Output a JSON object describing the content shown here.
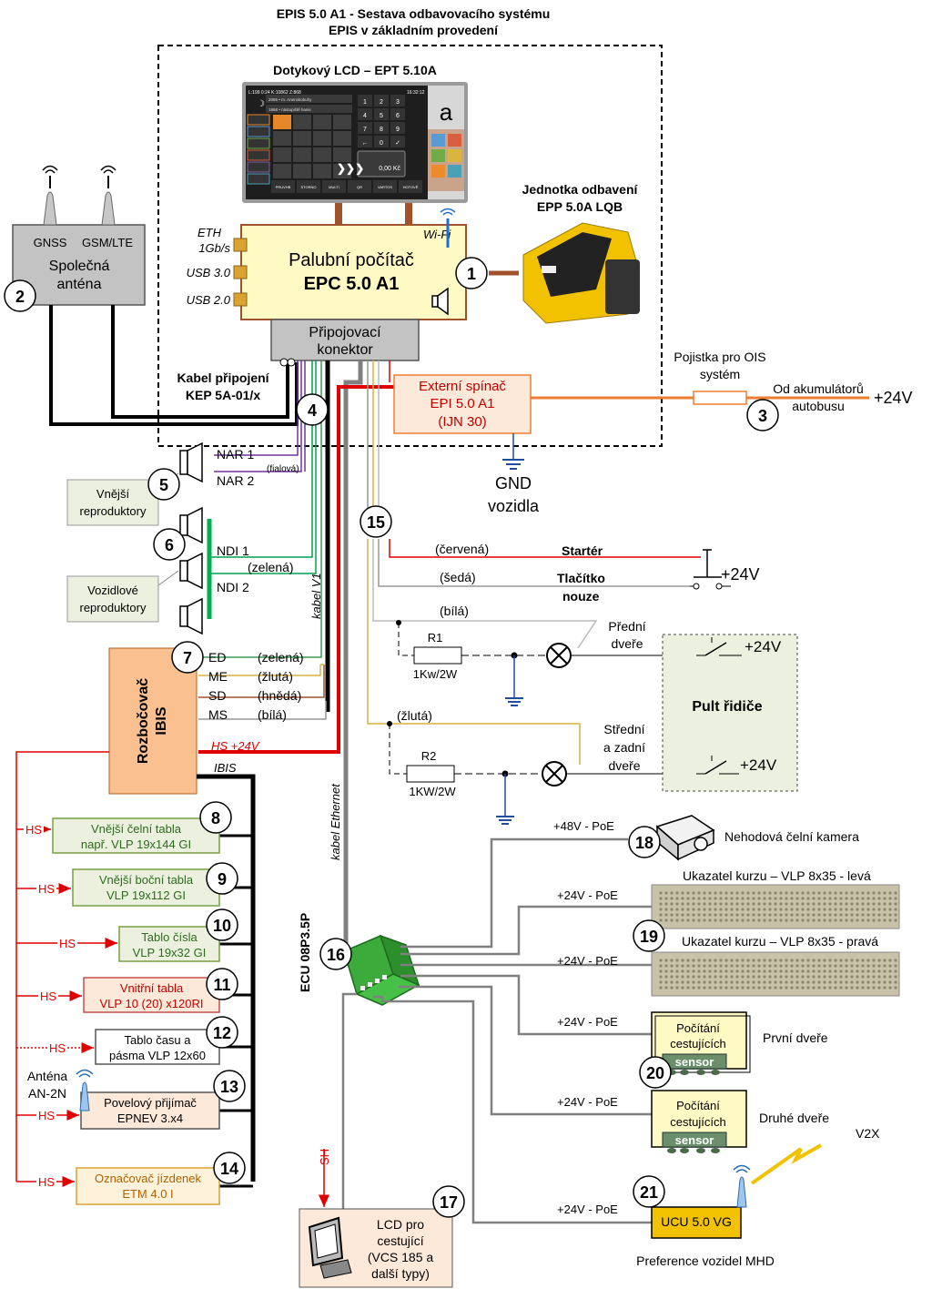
{
  "title": {
    "line1": "EPIS 5.0 A1 - Sestava odbavovacího systému",
    "line2": "EPIS v základním provedení"
  },
  "lcd": {
    "title": "Dotykový LCD – EPT 5.10A",
    "status_left": "L:199  0:24  K:10862  Z:868",
    "time": "16:32:12",
    "route1": "2085 • m. Anenskobuhy",
    "route2": "1868 • nástupiště hanis",
    "price": "0,00 Kč",
    "buttons": [
      "PRUVHB",
      "STORNO",
      "MULTI",
      "QR",
      "VARTOS",
      "HOTOVĚ"
    ],
    "keypad": [
      "1",
      "2",
      "3",
      "4",
      "5",
      "6",
      "7",
      "8",
      "9",
      "←",
      "0",
      "✓"
    ]
  },
  "epc": {
    "line1": "Palubní počítač",
    "line2": "EPC 5.0 A1",
    "wifi": "Wi-Fi",
    "ports": [
      "ETH",
      "1Gb/s",
      "USB 3.0",
      "USB 2.0"
    ]
  },
  "epp": {
    "line1": "Jednotka odbavení",
    "line2": "EPP 5.0A LQB"
  },
  "antenna": {
    "gnss": "GNSS",
    "gsm": "GSM/LTE",
    "line1": "Společná",
    "line2": "anténa"
  },
  "connector": {
    "line1": "Připojovací",
    "line2": "konektor"
  },
  "cable": {
    "line1": "Kabel připojení",
    "line2": "KEP 5A-01/x",
    "v1": "kabel V1",
    "ethernet": "kabel Ethernet"
  },
  "switch": {
    "line1": "Externí spínač",
    "line2": "EPI 5.0 A1",
    "line3": "(IJN 30)"
  },
  "fuse": {
    "line1": "Pojistka pro OIS",
    "line2": "systém"
  },
  "battery": {
    "line1": "Od akumulátorů",
    "line2": "autobusu",
    "voltage": "+24V"
  },
  "gnd": {
    "line1": "GND",
    "line2": "vozidla"
  },
  "speakers": {
    "nar1": "NAR 1",
    "nar2": "NAR 2",
    "fialova": "(fialová)",
    "outer_line1": "Vnější",
    "outer_line2": "reproduktory",
    "ndi1": "NDI 1",
    "ndi2": "NDI 2",
    "zelena": "(zelená)",
    "inner_line1": "Vozidlové",
    "inner_line2": "reproduktory"
  },
  "ibis": {
    "title_line1": "Rozbočovač",
    "title_line2": "IBIS",
    "rows": [
      {
        "code": "ED",
        "color": "(zelená)"
      },
      {
        "code": "ME",
        "color": "(žlutá)"
      },
      {
        "code": "SD",
        "color": "(hnědá)"
      },
      {
        "code": "MS",
        "color": "(bílá)"
      }
    ],
    "hs": "HS +24V",
    "bus": "IBIS"
  },
  "controls": {
    "red": "(červená)",
    "starter": "Startér",
    "grey": "(šedá)",
    "emergency_line1": "Tlačítko",
    "emergency_line2": "nouze",
    "emergency_v": "+24V",
    "white": "(bílá)",
    "yellow": "(žlutá)",
    "r1": "R1",
    "r1_val": "1Kw/2W",
    "r2": "R2",
    "r2_val": "1KW/2W",
    "front_line1": "Přední",
    "front_line2": "dveře",
    "front_v": "+24V",
    "mid_line1": "Střední",
    "mid_line2": "a zadní",
    "mid_line3": "dveře",
    "mid_v": "+24V",
    "desk": "Pult řidiče"
  },
  "displays": [
    {
      "line1": "Vnější čelní tabla",
      "line2": "např. VLP 19x144 GI",
      "hs": "HS"
    },
    {
      "line1": "Vnější boční tabla",
      "line2": "VLP 19x112 GI",
      "hs": "HS"
    },
    {
      "line1": "Tablo čísla",
      "line2": "VLP 19x32 GI",
      "hs": "HS"
    },
    {
      "line1": "Vnitřní tabla",
      "line2": "VLP 10 (20) x120RI",
      "hs": "HS"
    },
    {
      "line1": "Tablo času a",
      "line2": "pásma VLP 12x60",
      "hs": "HS"
    },
    {
      "line1": "Povelový přijímač",
      "line2": "EPNEV 3.x4",
      "hs": "HS"
    },
    {
      "line1": "Označovač jízdenek",
      "line2": "ETM 4.0 I",
      "hs": "HS"
    }
  ],
  "radio_antenna": {
    "line1": "Anténa",
    "line2": "AN-2N"
  },
  "ecu": {
    "label": "ECU 08P3.5P"
  },
  "poe": {
    "p48": "+48V - PoE",
    "p24": "+24V - PoE"
  },
  "camera": "Nehodová čelní kamera",
  "indicator_left": "Ukazatel kurzu – VLP 8x35 - levá",
  "indicator_right": "Ukazatel kurzu – VLP 8x35 - pravá",
  "counter": {
    "line1": "Počítání",
    "line2": "cestujících",
    "sensor": "sensor",
    "door1": "První dveře",
    "door2": "Druhé dveře"
  },
  "ucu": {
    "label": "UCU 5.0 VG",
    "v2x": "V2X",
    "caption": "Preference vozidel MHD"
  },
  "passenger_lcd": {
    "line1": "LCD pro",
    "line2": "cestující",
    "line3": "(VCS 185 a",
    "line4": "další typy)",
    "sh": "SH"
  },
  "numbers": [
    "1",
    "2",
    "3",
    "4",
    "5",
    "6",
    "7",
    "8",
    "9",
    "10",
    "11",
    "12",
    "13",
    "14",
    "15",
    "16",
    "17",
    "18",
    "19",
    "20",
    "21"
  ]
}
